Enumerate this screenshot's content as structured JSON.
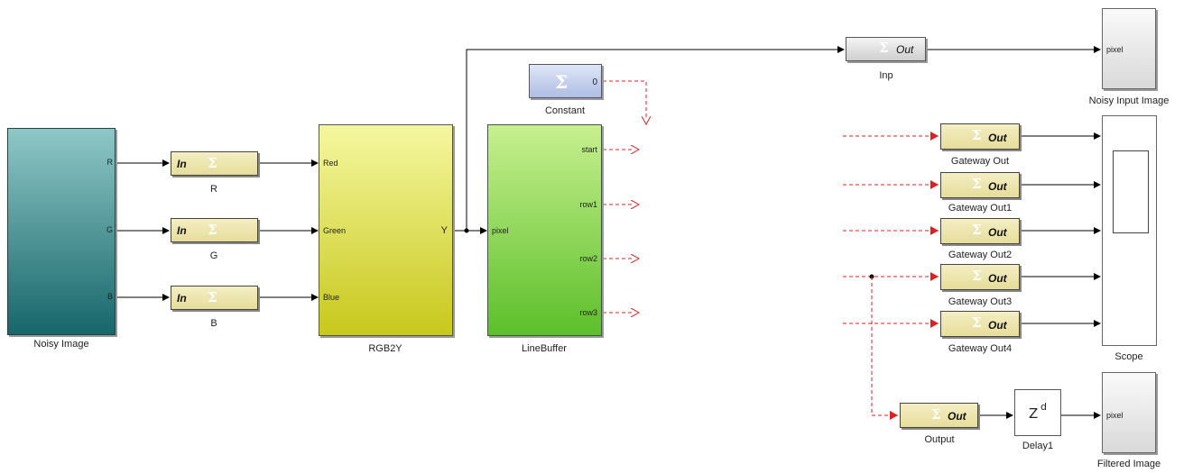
{
  "blocks": {
    "noisy_image": {
      "label": "Noisy Image",
      "ports": {
        "r": "R",
        "g": "G",
        "b": "B"
      }
    },
    "gateway_in_r": {
      "label": "R",
      "text": "In"
    },
    "gateway_in_g": {
      "label": "G",
      "text": "In"
    },
    "gateway_in_b": {
      "label": "B",
      "text": "In"
    },
    "rgb2y": {
      "label": "RGB2Y",
      "ports": {
        "red": "Red",
        "green": "Green",
        "blue": "Blue",
        "y": "Y"
      }
    },
    "constant": {
      "label": "Constant",
      "value": "0"
    },
    "linebuffer": {
      "label": "LineBuffer",
      "ports": {
        "pixel": "pixel",
        "start": "start",
        "row1": "row1",
        "row2": "row2",
        "row3": "row3"
      }
    },
    "inp": {
      "label": "Inp",
      "text": "Out"
    },
    "noisy_input_image": {
      "label": "Noisy Input Image",
      "port": "pixel"
    },
    "gateway_out": {
      "label": "Gateway Out",
      "text": "Out"
    },
    "gateway_out1": {
      "label": "Gateway Out1",
      "text": "Out"
    },
    "gateway_out2": {
      "label": "Gateway Out2",
      "text": "Out"
    },
    "gateway_out3": {
      "label": "Gateway Out3",
      "text": "Out"
    },
    "gateway_out4": {
      "label": "Gateway Out4",
      "text": "Out"
    },
    "scope": {
      "label": "Scope"
    },
    "output": {
      "label": "Output",
      "text": "Out"
    },
    "delay1": {
      "label": "Delay1",
      "text": "Z",
      "sup": "d"
    },
    "filtered_image": {
      "label": "Filtered Image",
      "port": "pixel"
    }
  },
  "colors": {
    "noisy_image": "#3f9a9a",
    "rgb2y": "#d6dc55",
    "linebuffer": "#86d456",
    "constant": "#c7d3ee",
    "gateway": "#ece3a6",
    "wire": "#000000",
    "unconnected": "#e02020"
  }
}
